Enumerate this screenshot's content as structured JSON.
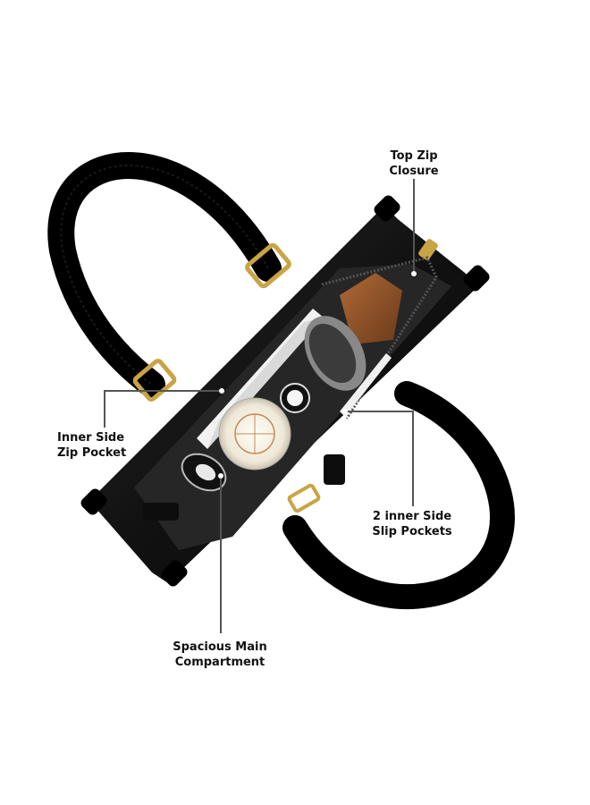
{
  "callouts": {
    "top_zip": {
      "line1": "Top Zip",
      "line2": "Closure"
    },
    "inner_side_zip": {
      "line1": "Inner Side",
      "line2": "Zip Pocket"
    },
    "slip_pockets": {
      "line1": "2 inner Side",
      "line2": "Slip Pockets"
    },
    "main_compartment": {
      "line1": "Spacious Main",
      "line2": "Compartment"
    }
  },
  "colors": {
    "leather": "#141414",
    "lining": "#2a2a2a",
    "hardware": "#c9a445",
    "leader_line": "#555555",
    "label_text": "#111111"
  }
}
